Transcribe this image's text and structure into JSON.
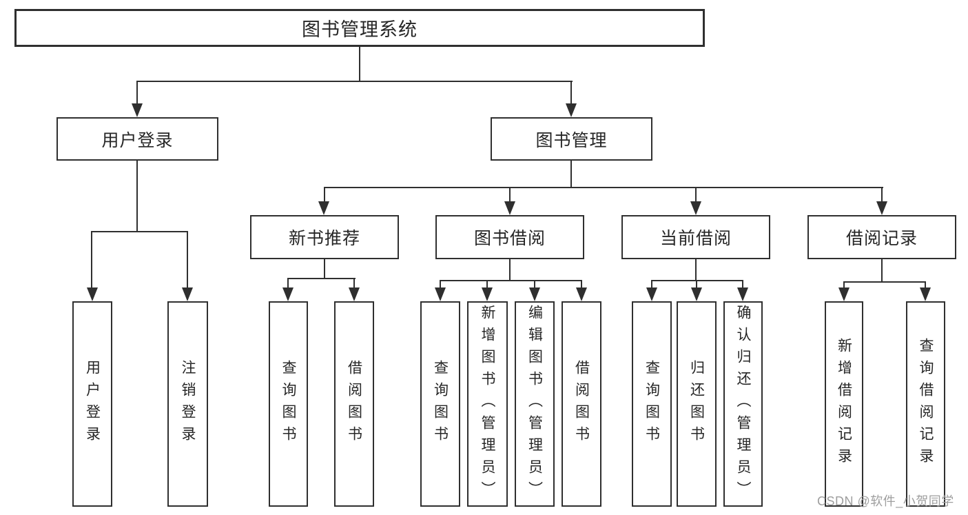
{
  "tree": {
    "root": {
      "label": "图书管理系统"
    },
    "level2": [
      {
        "label": "用户登录",
        "children": [
          {
            "label": "用户登录"
          },
          {
            "label": "注销登录"
          }
        ]
      },
      {
        "label": "图书管理",
        "children": [
          {
            "label": "新书推荐",
            "children": [
              {
                "label": "查询图书"
              },
              {
                "label": "借阅图书"
              }
            ]
          },
          {
            "label": "图书借阅",
            "children": [
              {
                "label": "查询图书"
              },
              {
                "label": "新增图书（管理员）"
              },
              {
                "label": "编辑图书（管理员）"
              },
              {
                "label": "借阅图书"
              }
            ]
          },
          {
            "label": "当前借阅",
            "children": [
              {
                "label": "查询图书"
              },
              {
                "label": "归还图书"
              },
              {
                "label": "确认归还（管理员）"
              }
            ]
          },
          {
            "label": "借阅记录",
            "children": [
              {
                "label": "新增借阅记录"
              },
              {
                "label": "查询借阅记录"
              }
            ]
          }
        ]
      }
    ]
  },
  "watermark": {
    "text": "CSDN @软件_小贺同学"
  },
  "colors": {
    "line": "#2f2f2f",
    "box_border": "#2f2f2f",
    "text": "#262626",
    "watermark": "#9e9e9e",
    "background": "#ffffff"
  }
}
